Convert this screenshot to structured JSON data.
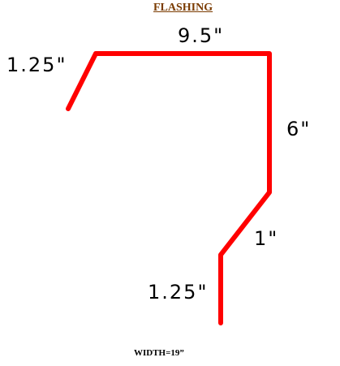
{
  "diagram": {
    "title": "FLASHING",
    "colors": {
      "title": "#7a3b00",
      "line": "#ff0000",
      "text": "#000000"
    },
    "dimensions": {
      "top_left_leg": "1.25\"",
      "top": "9.5\"",
      "right_side": "6\"",
      "diagonal": "1\"",
      "bottom_leg": "1.25\""
    },
    "total_width": "WIDTH=19”"
  }
}
